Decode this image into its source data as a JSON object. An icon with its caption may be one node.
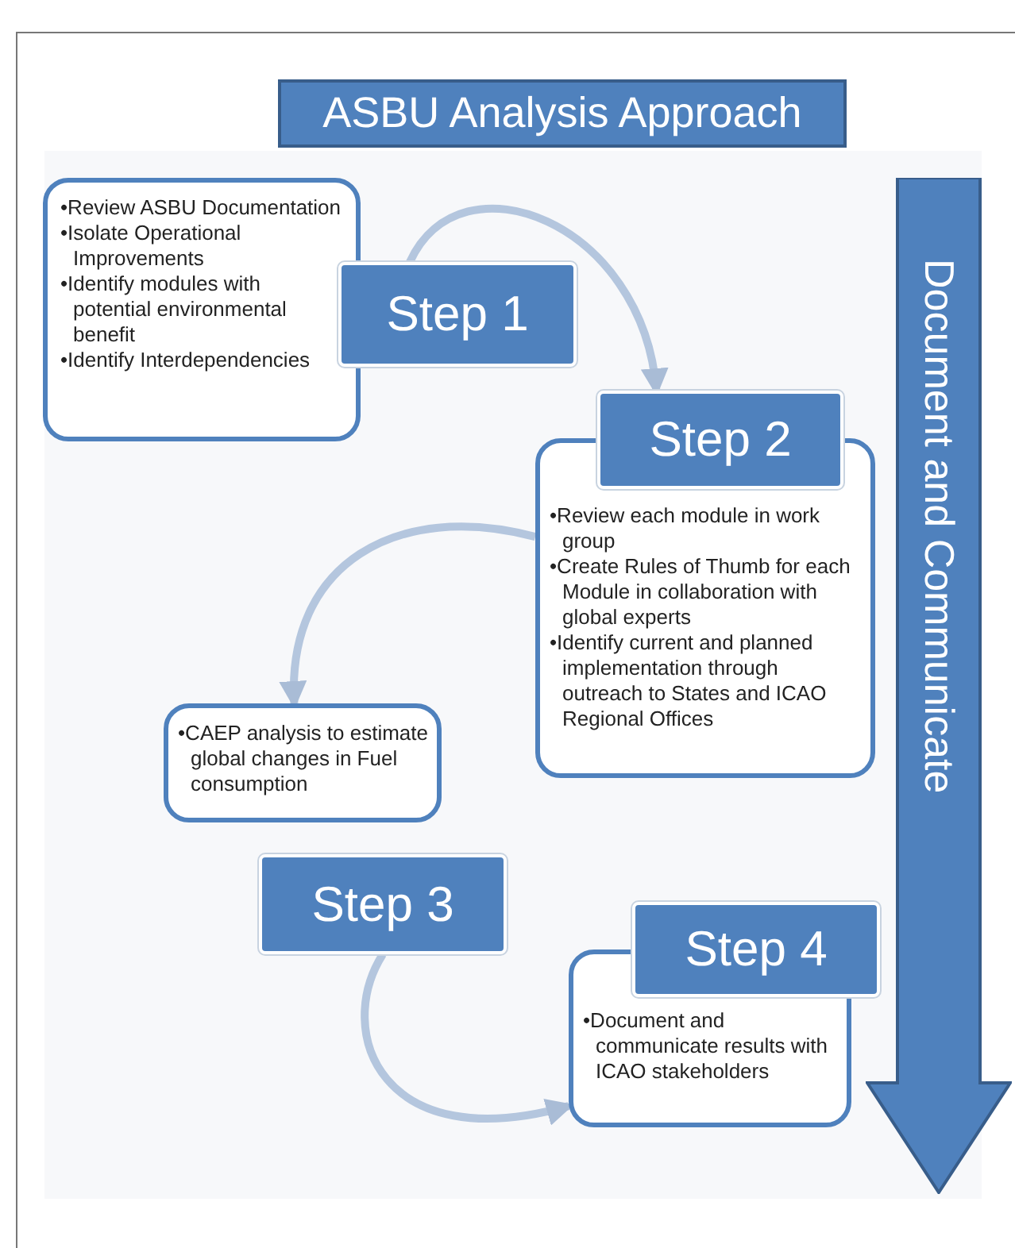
{
  "diagram": {
    "title": "ASBU Analysis Approach",
    "nodes": [
      {
        "text": [
          "Step 1"
        ]
      },
      {
        "text": [
          "•Review ASBU Documentation",
          "•Isolate Operational Improvements",
          "•Identify modules with potential environmental benefit",
          "•Identify Interdependencies"
        ]
      },
      {
        "text": [
          "Step 2"
        ]
      },
      {
        "text": [
          "•Review each module in work group",
          "•Create Rules of Thumb for each Module in collaboration with global experts",
          "•Identify current and planned implementation through outreach to States and ICAO Regional Offices"
        ]
      },
      {
        "text": [
          "•CAEP analysis to estimate global changes in Fuel consumption"
        ]
      },
      {
        "text": [
          "Step 3"
        ]
      },
      {
        "text": [
          "Step 4"
        ]
      },
      {
        "text": [
          "•Document and communicate results with ICAO stakeholders"
        ]
      },
      {
        "text": [
          "Document and Communicate"
        ]
      }
    ],
    "edges": [
      {
        "from": 0,
        "to": 2,
        "arrow": "to"
      },
      {
        "from": 3,
        "to": 4,
        "arrow": "to"
      },
      {
        "from": 5,
        "to": 7,
        "arrow": "to"
      }
    ]
  }
}
